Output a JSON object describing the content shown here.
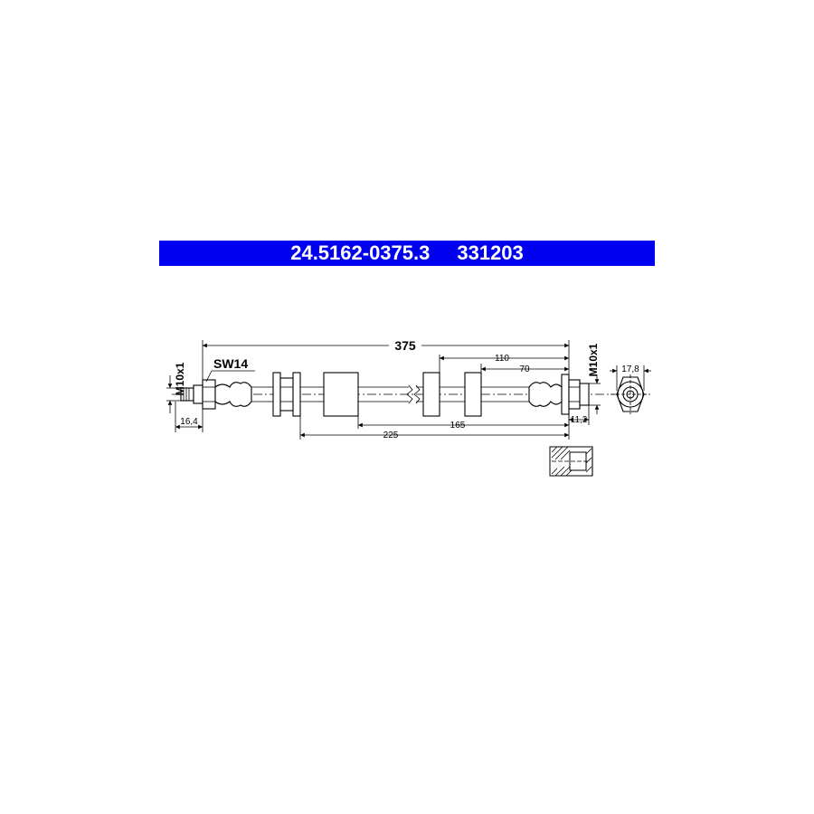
{
  "header": {
    "part_number": "24.5162-0375.3",
    "ref_number": "331203",
    "background_color": "#0000ee",
    "text_color": "#ffffff"
  },
  "drawing": {
    "overall_length": "375",
    "dim_110": "110",
    "dim_70": "70",
    "dim_165": "165",
    "dim_225": "225",
    "dim_16_4": "16,4",
    "dim_11_2": "11,2",
    "dim_17_8": "17,8",
    "thread_left": "M10x1",
    "thread_right": "M10x1",
    "wrench_size": "SW14"
  }
}
